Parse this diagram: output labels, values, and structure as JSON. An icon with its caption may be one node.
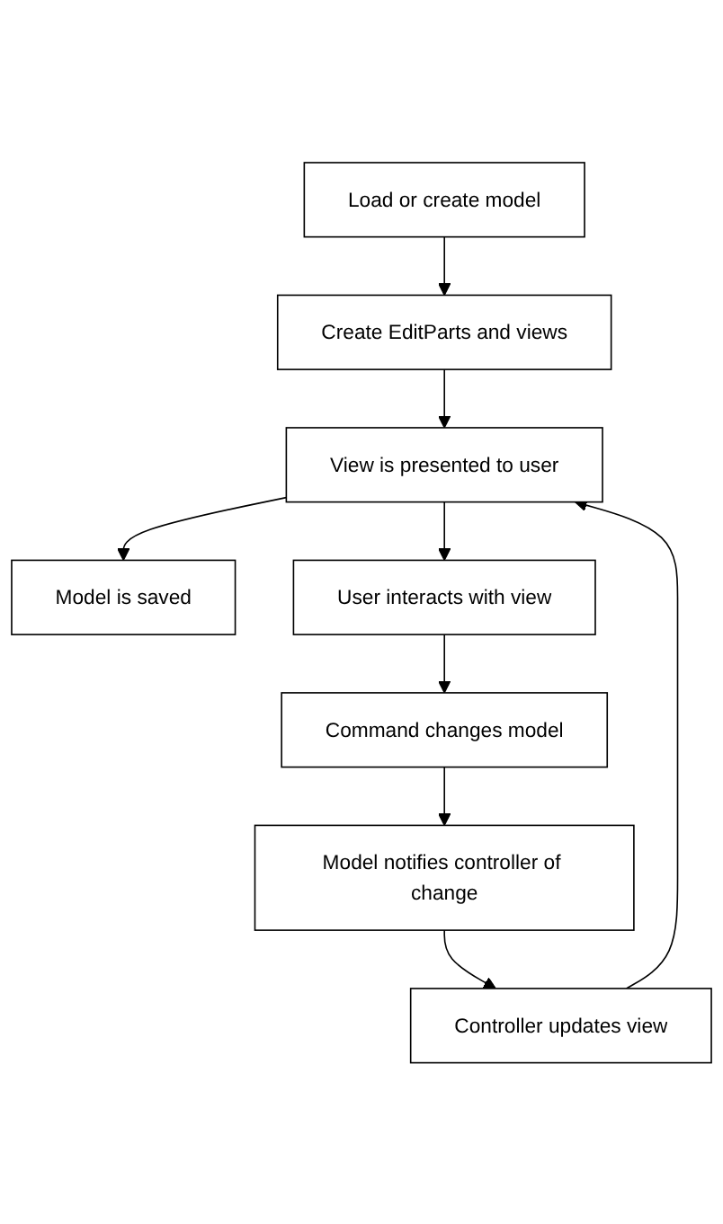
{
  "diagram": {
    "nodes": [
      {
        "text": [
          "Load or create model"
        ]
      },
      {
        "text": [
          "Create EditParts and views"
        ]
      },
      {
        "text": [
          "View is presented to user"
        ]
      },
      {
        "text": [
          "Model is saved"
        ]
      },
      {
        "text": [
          "User interacts with view"
        ]
      },
      {
        "text": [
          "Controller updates view"
        ]
      },
      {
        "text": [
          "Command changes model"
        ]
      },
      {
        "text": [
          "Model notifies controller of change"
        ]
      }
    ],
    "edges": [
      {
        "from": 0,
        "to": 1,
        "arrow": "to"
      },
      {
        "from": 1,
        "to": 2,
        "arrow": "to"
      },
      {
        "from": 2,
        "to": 3,
        "arrow": "to"
      },
      {
        "from": 2,
        "to": 4,
        "arrow": "to"
      },
      {
        "from": 5,
        "to": 2,
        "arrow": "to"
      },
      {
        "from": 4,
        "to": 6,
        "arrow": "to"
      },
      {
        "from": 6,
        "to": 7,
        "arrow": "to"
      },
      {
        "from": 7,
        "to": 5,
        "arrow": "to"
      }
    ]
  }
}
